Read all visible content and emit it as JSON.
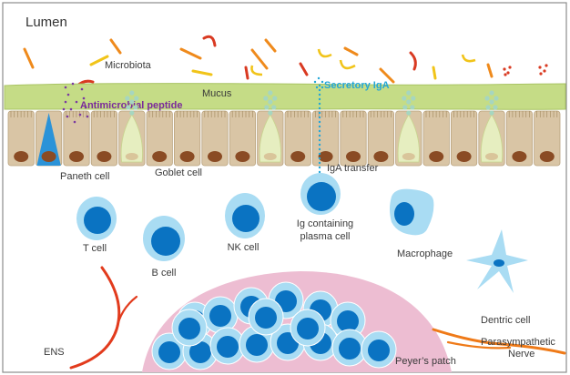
{
  "labels": {
    "lumen": "Lumen",
    "microbiota": "Microbiota",
    "mucus": "Mucus",
    "antimicrobial_peptide": "Antimicrobial peptide",
    "secretory_iga": "Secretory IgA",
    "paneth_cell": "Paneth cell",
    "goblet_cell": "Goblet cell",
    "iga_transfer": "IgA transfer",
    "ig_plasma_line1": "Ig containing",
    "ig_plasma_line2": "plasma cell",
    "t_cell": "T cell",
    "b_cell": "B cell",
    "nk_cell": "NK cell",
    "macrophage": "Macrophage",
    "dentric_cell": "Dentric cell",
    "ens": "ENS",
    "peyers_patch": "Peyer’s patch",
    "parasympathetic_line1": "Parasympathetic",
    "parasympathetic_line2": "Nerve"
  },
  "colors": {
    "border": "#8c8c8c",
    "mucus": "#c5dc86",
    "mucus_edge": "#a9c463",
    "enterocyte": "#d9c5a5",
    "enterocyte_edge": "#b9a37f",
    "nucleus": "#8a4b24",
    "goblet": "#e6eec0",
    "goblet_nucleus": "#d9c59a",
    "paneth": "#2b93d8",
    "immune_outer": "#a9dcf3",
    "immune_nucleus": "#0a73c2",
    "peyer_dome": "#edbdd2",
    "nerve_red": "#e23b1d",
    "nerve_orange": "#ef7a18",
    "microbe_red": "#d93a22",
    "microbe_orange": "#ef8a1c",
    "microbe_yellow": "#f1c419",
    "peptide_dots": "#7a3aa0",
    "iga_dots": "#23a6d8"
  }
}
